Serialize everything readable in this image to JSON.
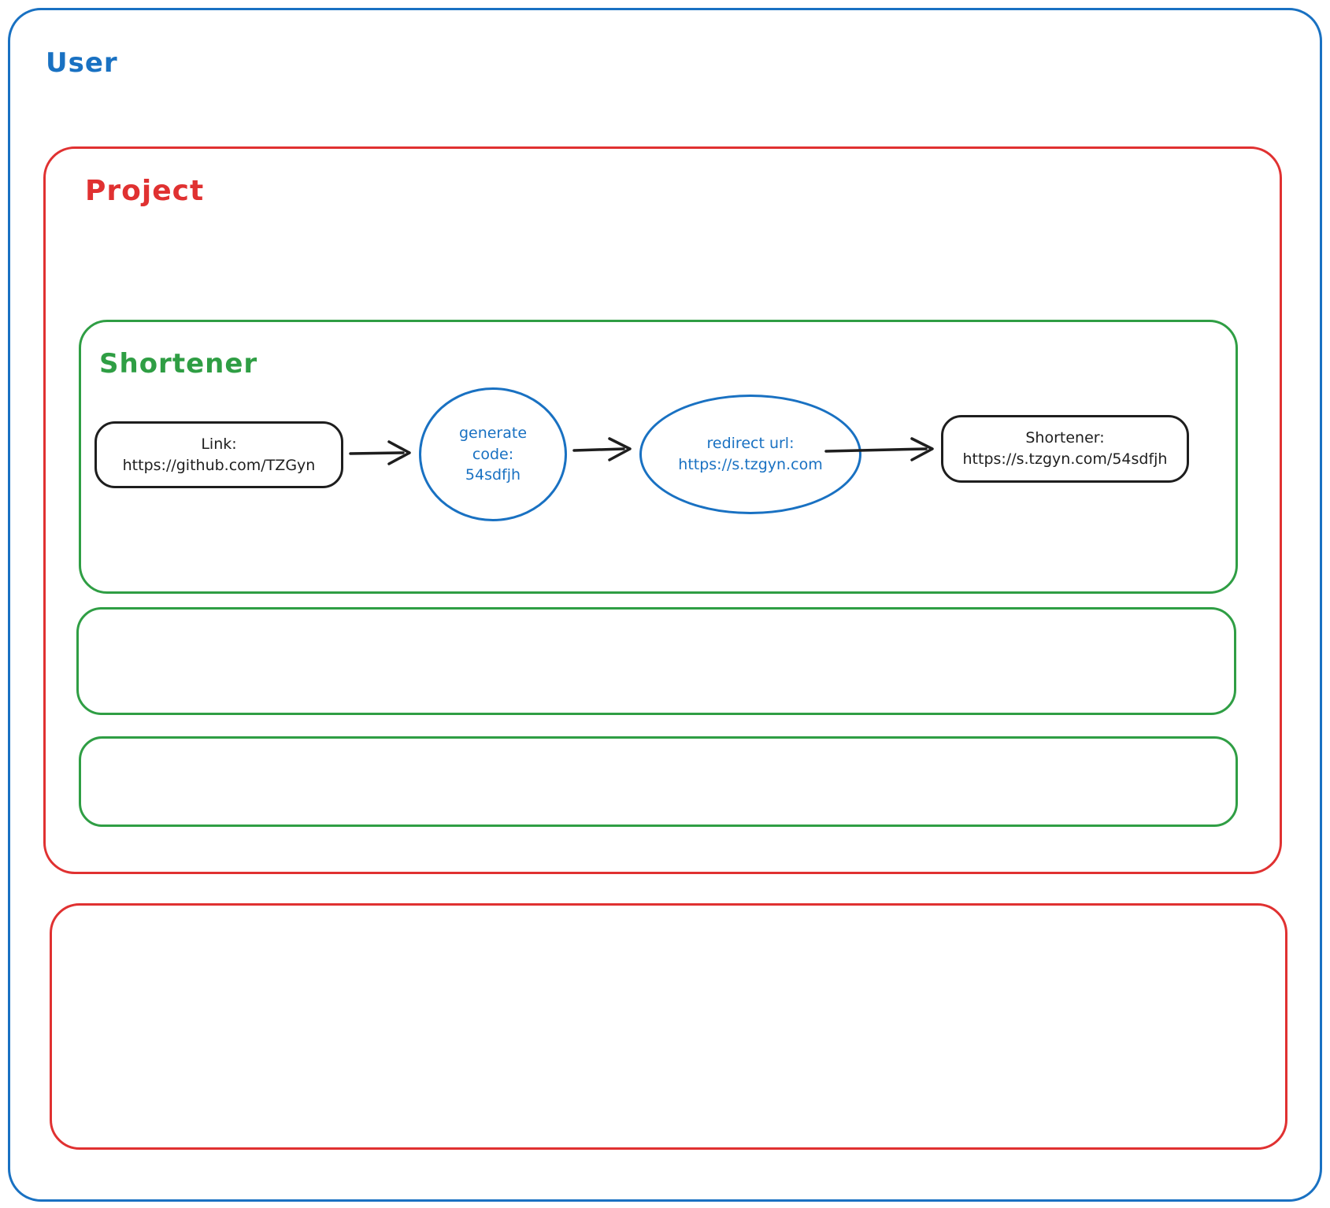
{
  "diagram": {
    "user": {
      "label": "User"
    },
    "project": {
      "label": "Project"
    },
    "shortener": {
      "label": "Shortener"
    },
    "flow": {
      "link_node": {
        "line1": "Link:",
        "line2": "https://github.com/TZGyn"
      },
      "generate_node": {
        "line1": "generate",
        "line2": "code:",
        "line3": "54sdfjh"
      },
      "redirect_node": {
        "line1": "redirect url:",
        "line2": "https://s.tzgyn.com"
      },
      "result_node": {
        "line1": "Shortener:",
        "line2": "https://s.tzgyn.com/54sdfjh"
      }
    },
    "colors": {
      "user_border": "#1971c2",
      "project_border": "#e03131",
      "shortener_border": "#2f9e44",
      "node_border": "#1e1e1e",
      "accent_blue": "#1971c2"
    }
  }
}
